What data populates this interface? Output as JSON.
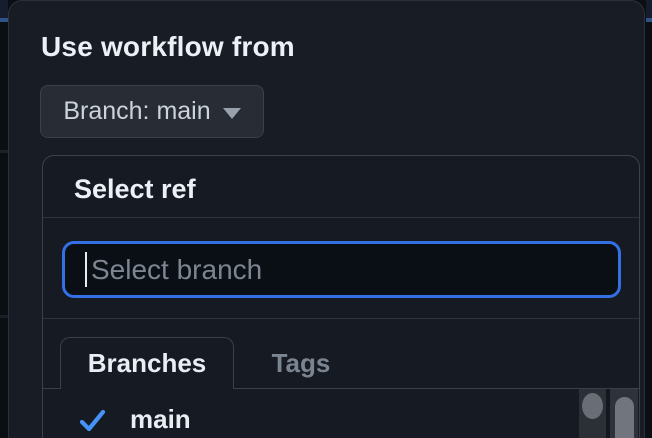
{
  "dialog": {
    "heading": "Use workflow from",
    "branch_selector": {
      "label": "Branch: main"
    }
  },
  "ref_panel": {
    "title": "Select ref",
    "search": {
      "placeholder": "Select branch",
      "value": ""
    },
    "tabs": [
      {
        "label": "Branches",
        "active": true
      },
      {
        "label": "Tags",
        "active": false
      }
    ],
    "items": [
      {
        "label": "main",
        "selected": true
      }
    ]
  },
  "colors": {
    "dialog_bg": "#181c24",
    "panel_bg": "#161a23",
    "focus_ring_blue": "#3470e4",
    "check_blue": "#4493f8",
    "page_accent_line_blue": "#2f5288",
    "muted_text": "#7b8591"
  }
}
